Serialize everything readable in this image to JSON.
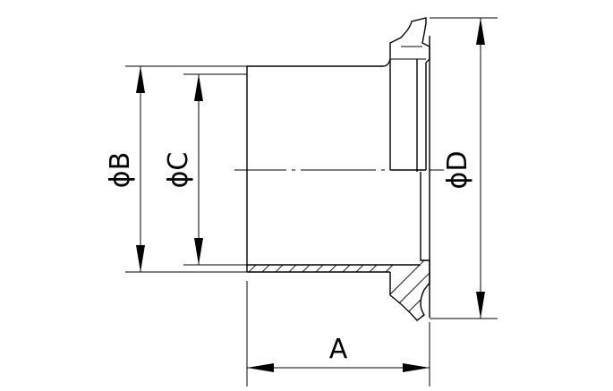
{
  "dimensions": {
    "b_label": "ϕB",
    "c_label": "ϕC",
    "d_label": "ϕD",
    "a_label": "A"
  }
}
